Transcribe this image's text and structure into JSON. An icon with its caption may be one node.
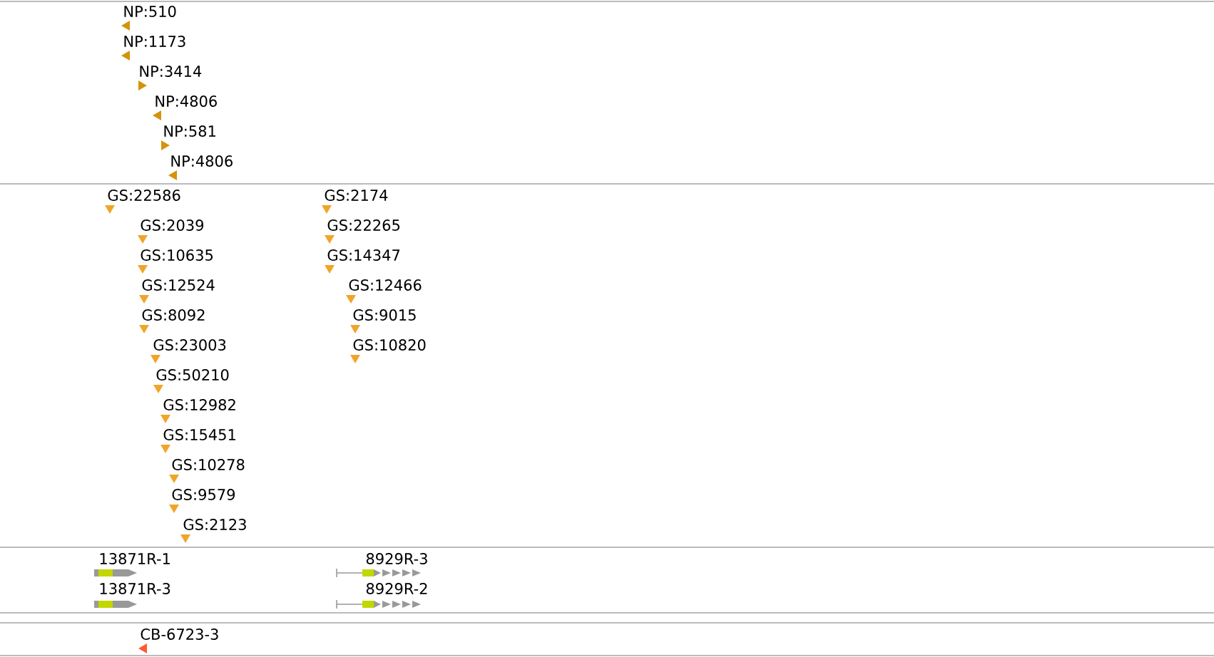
{
  "diagram": {
    "labels": [
      "NP:510",
      "NP:1173",
      "NP:3414",
      "NP:4806",
      "NP:581",
      "NP:4806",
      "GS:22586",
      "GS:2174",
      "GS:2039",
      "GS:22265",
      "GS:10635",
      "GS:14347",
      "GS:12524",
      "GS:12466",
      "GS:8092",
      "GS:9015",
      "GS:23003",
      "GS:10820",
      "GS:50210",
      "GS:12982",
      "GS:15451",
      "GS:10278",
      "GS:9579",
      "GS:2123",
      "13871R-1",
      "8929R-3",
      "13871R-3",
      "8929R-2",
      "CB-6723-3"
    ]
  }
}
